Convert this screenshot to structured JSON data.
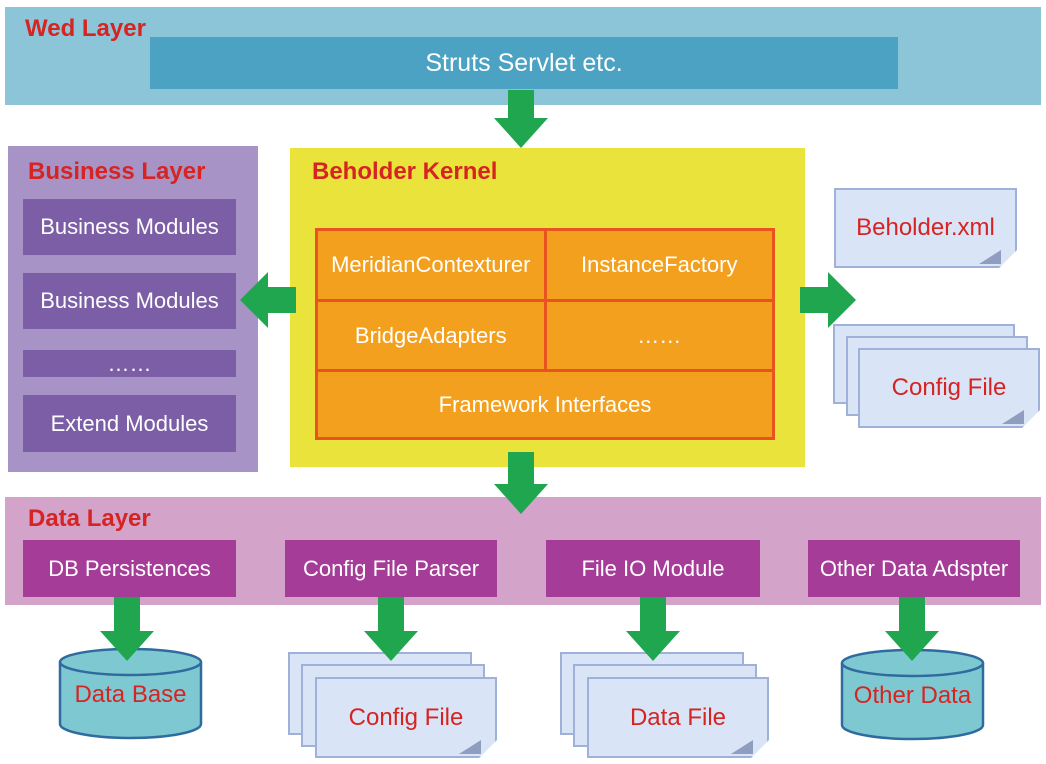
{
  "colors": {
    "web_band": "#8CC4D8",
    "struts_box": "#4BA2C3",
    "arrow_green": "#1FA64F",
    "business_band": "#A893C7",
    "business_box": "#7B5EA5",
    "kernel_bg": "#E9E33C",
    "kernel_cell": "#F3A01E",
    "kernel_border": "#E8531F",
    "data_band": "#D4A3C9",
    "data_box": "#A53D98",
    "cylinder_fill": "#7EC9D1",
    "cylinder_stroke": "#2F6B9E",
    "doc_fill": "#D9E4F6",
    "doc_border": "#9FB1D8",
    "doc_fold": "#8F9DBF",
    "title_red": "#D62422"
  },
  "web_layer": {
    "title": "Wed Layer",
    "struts_label": "Struts Servlet etc."
  },
  "business_layer": {
    "title": "Business Layer",
    "modules": [
      {
        "label": "Business Modules"
      },
      {
        "label": "Business Modules"
      },
      {
        "label": "……"
      },
      {
        "label": "Extend Modules"
      }
    ]
  },
  "kernel": {
    "title": "Beholder Kernel",
    "cells": [
      {
        "label": "MeridianContexturer"
      },
      {
        "label": "InstanceFactory"
      },
      {
        "label": "BridgeAdapters"
      },
      {
        "label": "……"
      },
      {
        "label": "Framework Interfaces"
      }
    ]
  },
  "right_files": {
    "beholder_xml_label": "Beholder.xml",
    "config_file_label": "Config File"
  },
  "data_layer": {
    "title": "Data Layer",
    "boxes": [
      {
        "label": "DB Persistences"
      },
      {
        "label": "Config File Parser"
      },
      {
        "label": "File IO Module"
      },
      {
        "label": "Other Data Adspter"
      }
    ]
  },
  "data_stores": [
    {
      "label": "Data Base",
      "type": "cylinder"
    },
    {
      "label": "Config File",
      "type": "document-stack"
    },
    {
      "label": "Data File",
      "type": "document-stack"
    },
    {
      "label": "Other Data",
      "type": "cylinder"
    }
  ]
}
